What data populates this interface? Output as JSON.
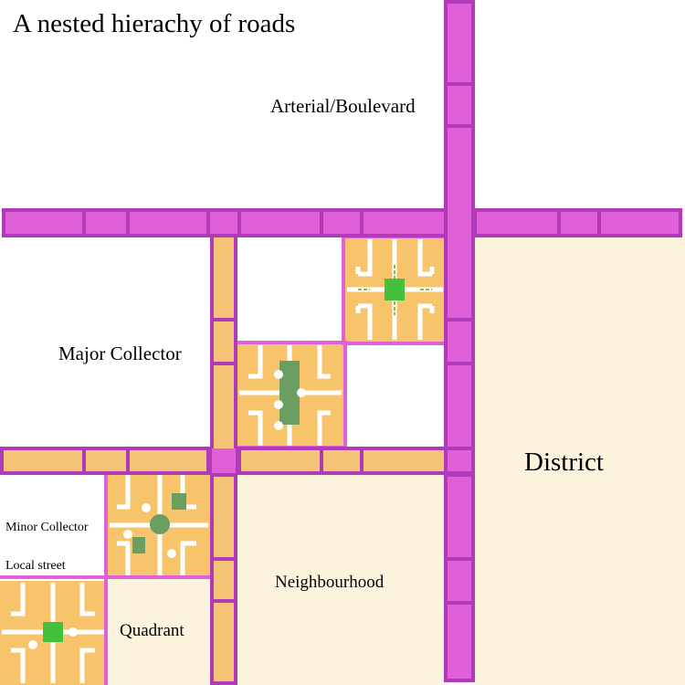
{
  "title": "A nested hierachy of roads",
  "labels": {
    "arterial": "Arterial/Boulevard",
    "major_collector": "Major Collector",
    "district": "District",
    "minor_collector": "Minor Collector",
    "local_street": "Local street",
    "neighbourhood": "Neighbourhood",
    "quadrant": "Quadrant"
  },
  "colors": {
    "arterial": "#e060d8",
    "arterial_stripe": "#b03ab8",
    "collector": "#f6c477",
    "local_road": "#ffffff",
    "district_fill": "#fbf3dc",
    "park_light": "#44c03c",
    "park_dark": "#6a9e62",
    "block": "#f7c46c"
  }
}
